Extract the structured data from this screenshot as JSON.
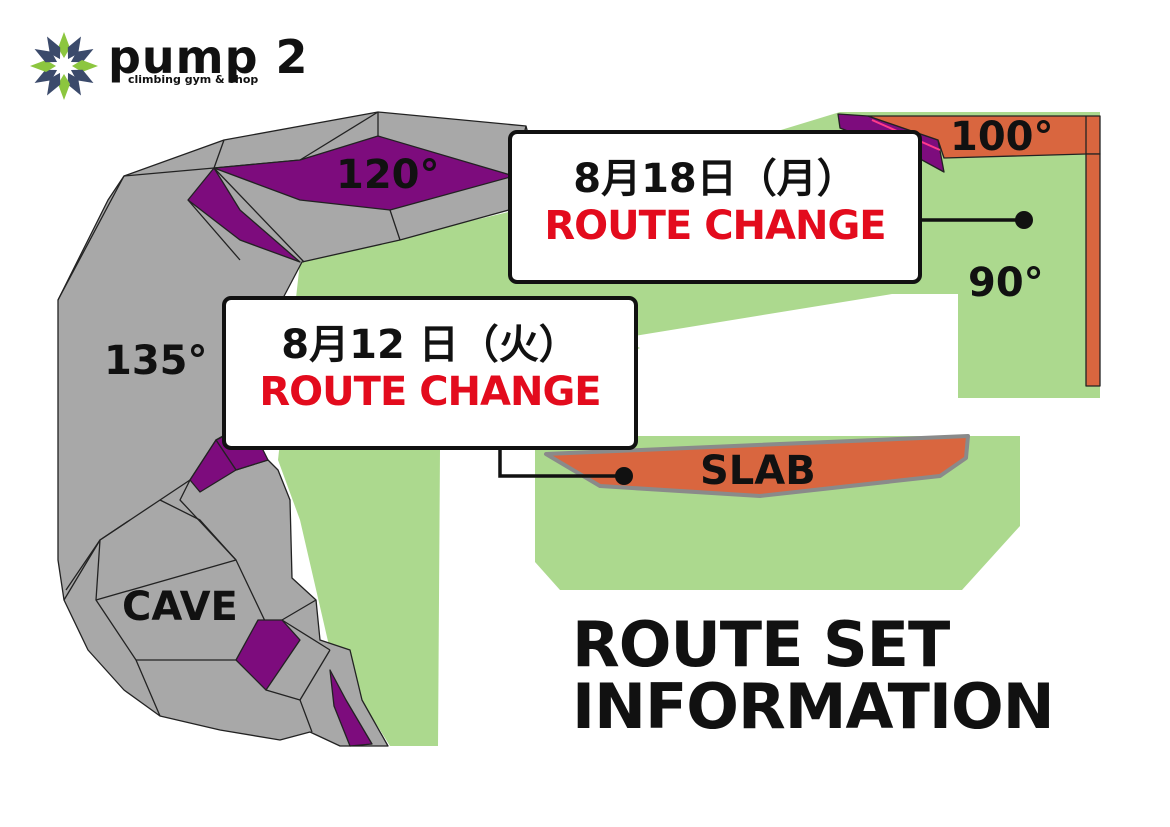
{
  "brand": {
    "name": "pump 2",
    "tagline": "climbing gym & shop",
    "logo_icon": "star-burst-logo-icon"
  },
  "walls": {
    "angle_120": "120°",
    "angle_100": "100°",
    "angle_90": "90°",
    "angle_135": "135°",
    "slab": "SLAB",
    "cave": "CAVE"
  },
  "callouts": [
    {
      "date": "8月18日（月）",
      "label": "ROUTE CHANGE"
    },
    {
      "date": "8月12 日（火）",
      "label": "ROUTE CHANGE"
    }
  ],
  "title": {
    "line1": "ROUTE SET",
    "line2": "INFORMATION"
  },
  "colors": {
    "floor": "#acd98e",
    "wall_gray": "#a8a8a8",
    "wall_purple": "#7d0c7d",
    "wall_orange": "#d9663f",
    "accent_red": "#e30b1d",
    "logo_green": "#8cc63f",
    "logo_navy": "#3b4a6b",
    "text": "#111111"
  }
}
